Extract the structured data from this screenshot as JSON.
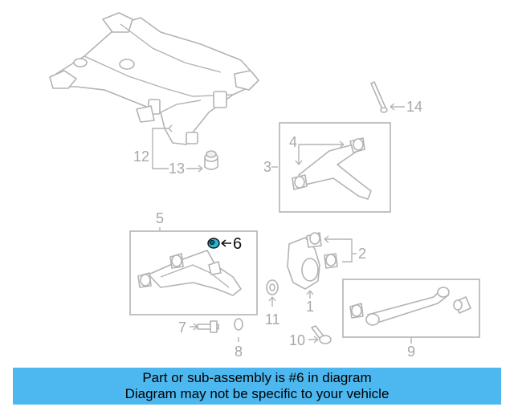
{
  "diagram": {
    "callouts": {
      "c1": "1",
      "c2": "2",
      "c3": "3",
      "c4": "4",
      "c5": "5",
      "c6": "6",
      "c7": "7",
      "c8": "8",
      "c9": "9",
      "c10": "10",
      "c11": "11",
      "c12": "12",
      "c13": "13",
      "c14": "14"
    },
    "highlight_color": "#2bb5d6",
    "line_color": "#b3b3b3"
  },
  "banner": {
    "line1": "Part or sub-assembly is #6 in diagram",
    "line2": "Diagram may not be specific to your vehicle",
    "color": "#4db8ef"
  }
}
